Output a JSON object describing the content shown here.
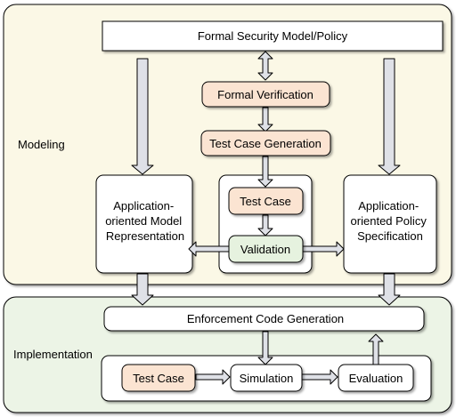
{
  "colors": {
    "modeling_panel": "#fbf8e6",
    "implementation_panel": "#ecf4e6",
    "panel_border": "#000000",
    "box_white": "#ffffff",
    "box_orange": "#fbe4d2",
    "box_green": "#e6f2df",
    "arrow_fill": "#dfe1e7"
  },
  "panels": {
    "modeling_label": "Modeling",
    "implementation_label": "Implementation"
  },
  "boxes": {
    "formal_security_model": "Formal Security Model/Policy",
    "formal_verification": "Formal Verification",
    "test_case_generation": "Test Case Generation",
    "test_case_modeling": "Test Case",
    "validation": "Validation",
    "model_representation": [
      "Application-",
      "oriented Model",
      "Representation"
    ],
    "policy_specification": [
      "Application-",
      "oriented Policy",
      "Specification"
    ],
    "enforcement_code_generation": "Enforcement Code Generation",
    "test_case_impl": "Test Case",
    "simulation": "Simulation",
    "evaluation": "Evaluation"
  }
}
